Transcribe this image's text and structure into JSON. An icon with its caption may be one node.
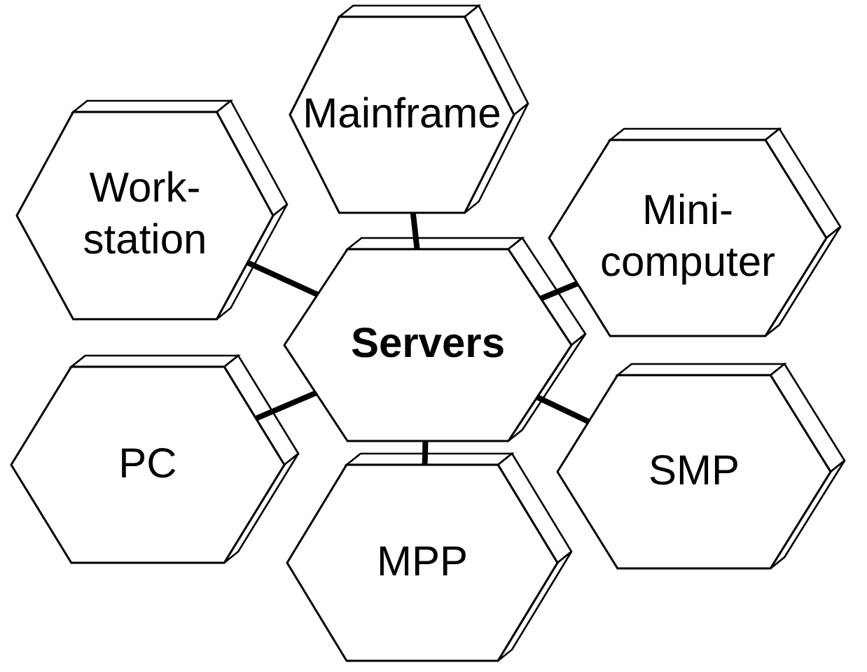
{
  "diagram": {
    "nodes": [
      {
        "text": [
          "Mainframe"
        ]
      },
      {
        "text": [
          "Work- station"
        ]
      },
      {
        "text": [
          "Mini- computer"
        ]
      },
      {
        "text": [
          "Servers"
        ]
      },
      {
        "text": [
          "PC"
        ]
      },
      {
        "text": [
          "SMP"
        ]
      },
      {
        "text": [
          "MPP"
        ]
      }
    ],
    "edges": [
      {
        "from": 3,
        "to": 0,
        "arrow": "none"
      },
      {
        "from": 3,
        "to": 1,
        "arrow": "none"
      },
      {
        "from": 3,
        "to": 2,
        "arrow": "none"
      },
      {
        "from": 3,
        "to": 4,
        "arrow": "none"
      },
      {
        "from": 3,
        "to": 5,
        "arrow": "none"
      },
      {
        "from": 3,
        "to": 6,
        "arrow": "none"
      }
    ]
  }
}
